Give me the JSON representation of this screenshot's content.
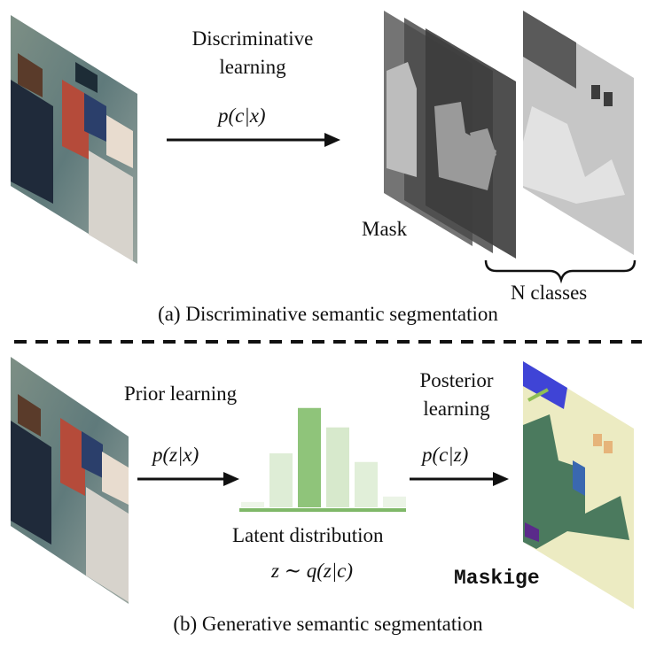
{
  "panel_a": {
    "arrow_title_line1": "Discriminative",
    "arrow_title_line2": "learning",
    "arrow_formula": "p(c|x)",
    "mask_label": "Mask",
    "classes_label": "N classes",
    "caption": "(a) Discriminative semantic segmentation"
  },
  "panel_b": {
    "prior_title": "Prior learning",
    "prior_formula": "p(z|x)",
    "posterior_title_line1": "Posterior",
    "posterior_title_line2": "learning",
    "posterior_formula": "p(c|z)",
    "latent_label": "Latent distribution",
    "latent_formula": "z ∼ q(z|c)",
    "maskige_label": "Maskige",
    "caption": "(b) Generative semantic segmentation",
    "histogram_levels": [
      0.05,
      0.5,
      0.92,
      0.74,
      0.42,
      0.1
    ]
  },
  "colors": {
    "histogram_dark": "#8fc47a",
    "histogram_light": "#cfe5c2",
    "histogram_base": "#7fb868",
    "maskige_bg": "#ecebc2",
    "maskige_fg": "#4b7a5e",
    "maskige_blue": "#3f44d6",
    "maskige_orange": "#e6b47a"
  }
}
